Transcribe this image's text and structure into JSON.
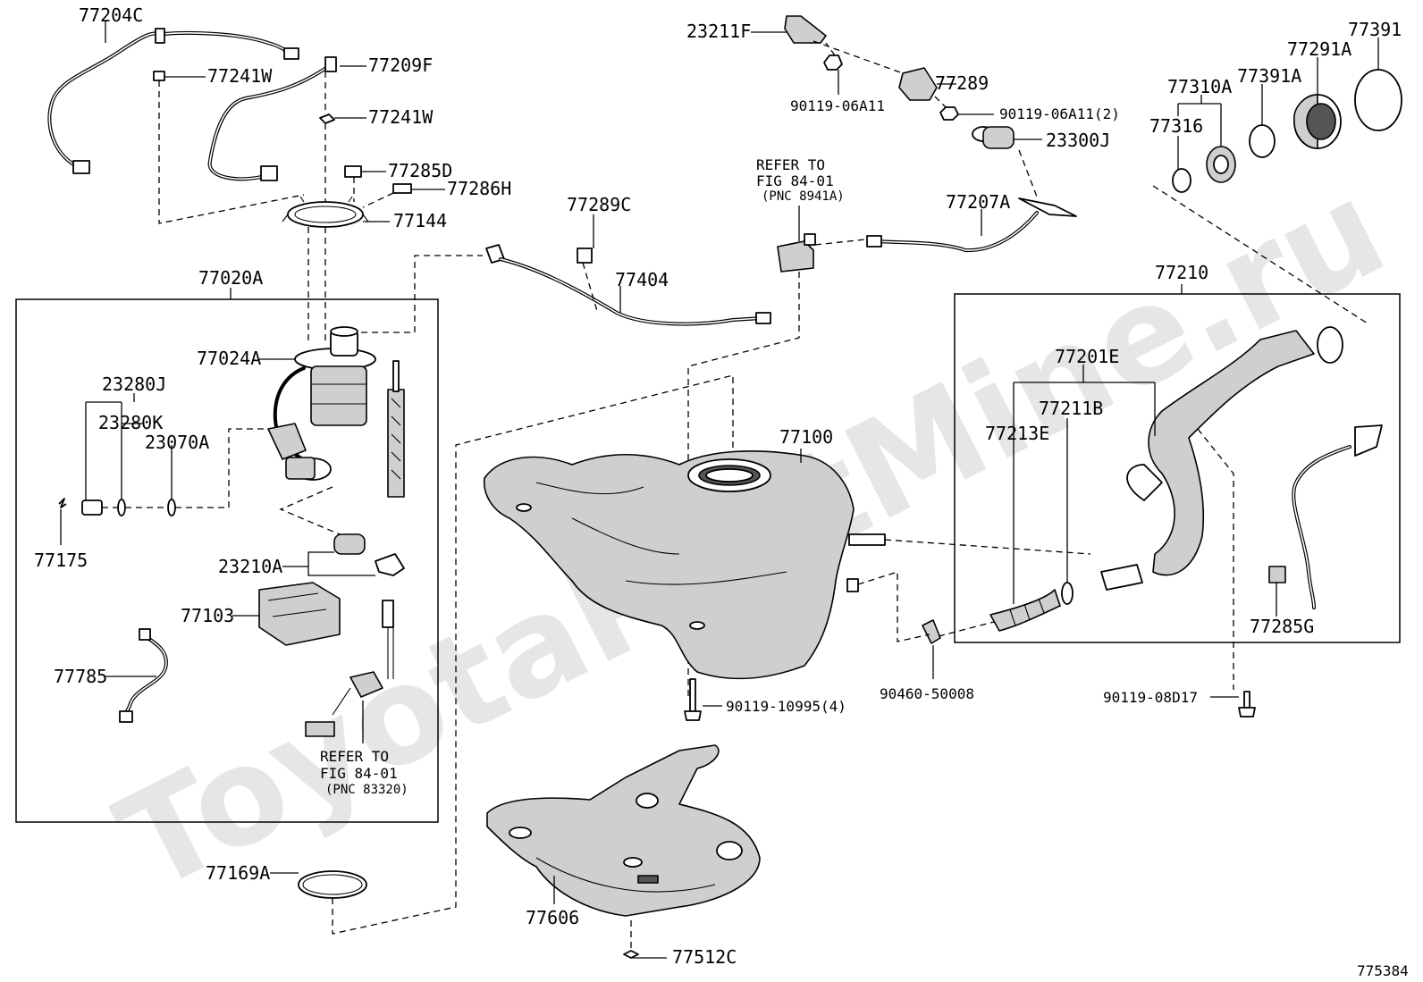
{
  "watermark": "ToyotaPartMine.ru",
  "diagram_id": "775384",
  "labels": {
    "p77204C": "77204C",
    "p77241W_a": "77241W",
    "p77209F": "77209F",
    "p77241W_b": "77241W",
    "p77285D": "77285D",
    "p77286H": "77286H",
    "p77144": "77144",
    "p77020A": "77020A",
    "p77024A": "77024A",
    "p23280J": "23280J",
    "p23280K": "23280K",
    "p23070A": "23070A",
    "p77175": "77175",
    "p23210A": "23210A",
    "p77103": "77103",
    "p77785": "77785",
    "p77169A": "77169A",
    "p23211F": "23211F",
    "p77289": "77289",
    "p90119_06A11": "90119-06A11",
    "p90119_06A11_2": "90119-06A11(2)",
    "p23300J": "23300J",
    "p77289C": "77289C",
    "p77404": "77404",
    "p77207A": "77207A",
    "p77100": "77100",
    "p90119_10995": "90119-10995(4)",
    "p90460_50008": "90460-50008",
    "p77606": "77606",
    "p77512C": "77512C",
    "p77391": "77391",
    "p77291A": "77291A",
    "p77310A": "77310A",
    "p77391A": "77391A",
    "p77316": "77316",
    "p77210": "77210",
    "p77201E": "77201E",
    "p77211B": "77211B",
    "p77213E": "77213E",
    "p77285G": "77285G",
    "p90119_08D17": "90119-08D17"
  },
  "refer_notes": {
    "evap": {
      "line1": "REFER TO",
      "line2": "FIG 84-01",
      "line3": "(PNC 8941A)"
    },
    "sender": {
      "line1": "REFER TO",
      "line2": "FIG 84-01",
      "line3": "(PNC 83320)"
    }
  }
}
